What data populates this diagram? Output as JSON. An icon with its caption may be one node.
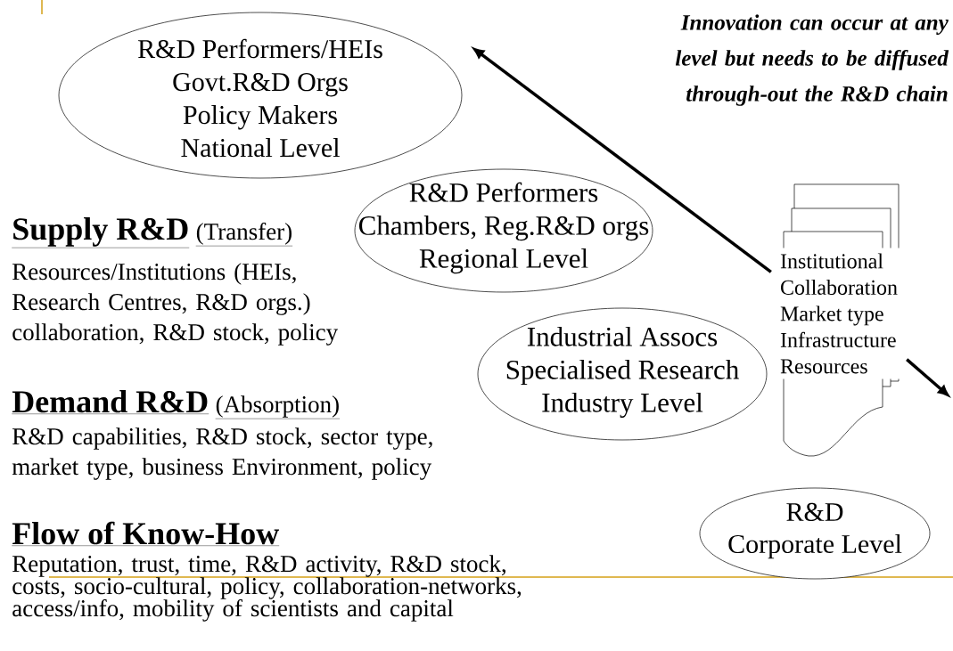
{
  "diagram": {
    "nodes": [
      {
        "text": [
          "R&D Performers/HEIs",
          "Govt.R&D Orgs",
          "Policy Makers",
          "National Level"
        ]
      },
      {
        "text": [
          "R&D Performers",
          "Chambers, Reg.R&D orgs",
          "Regional Level"
        ]
      },
      {
        "text": [
          "Industrial Assocs",
          "Specialised Research",
          "Industry Level"
        ]
      },
      {
        "text": [
          "Institutional",
          "Collaboration",
          "Market type",
          "Infrastructure",
          "Resources"
        ]
      },
      {
        "text": [
          "R&D",
          "Corporate Level"
        ]
      }
    ],
    "edges": [
      {
        "from": 3,
        "to": 0,
        "arrow": "to"
      },
      {
        "from": 3,
        "to": null,
        "arrow": "to"
      }
    ],
    "labels": [
      "Innovation can occur at any level but needs to be diffused through-out the R&D chain",
      "Supply R&D",
      "(Transfer)",
      "Resources/Institutions (HEIs, Research Centres, R&D orgs.) collaboration, R&D stock, policy",
      "Demand R&D",
      "(Absorption)",
      "R&D capabilities, R&D stock, sector type, market type, business Environment, policy",
      "Flow of Know-How",
      "Reputation, trust, time, R&D activity, R&D stock, costs, socio-cultural, policy, collaboration-networks, access/info, mobility of scientists and capital"
    ]
  }
}
